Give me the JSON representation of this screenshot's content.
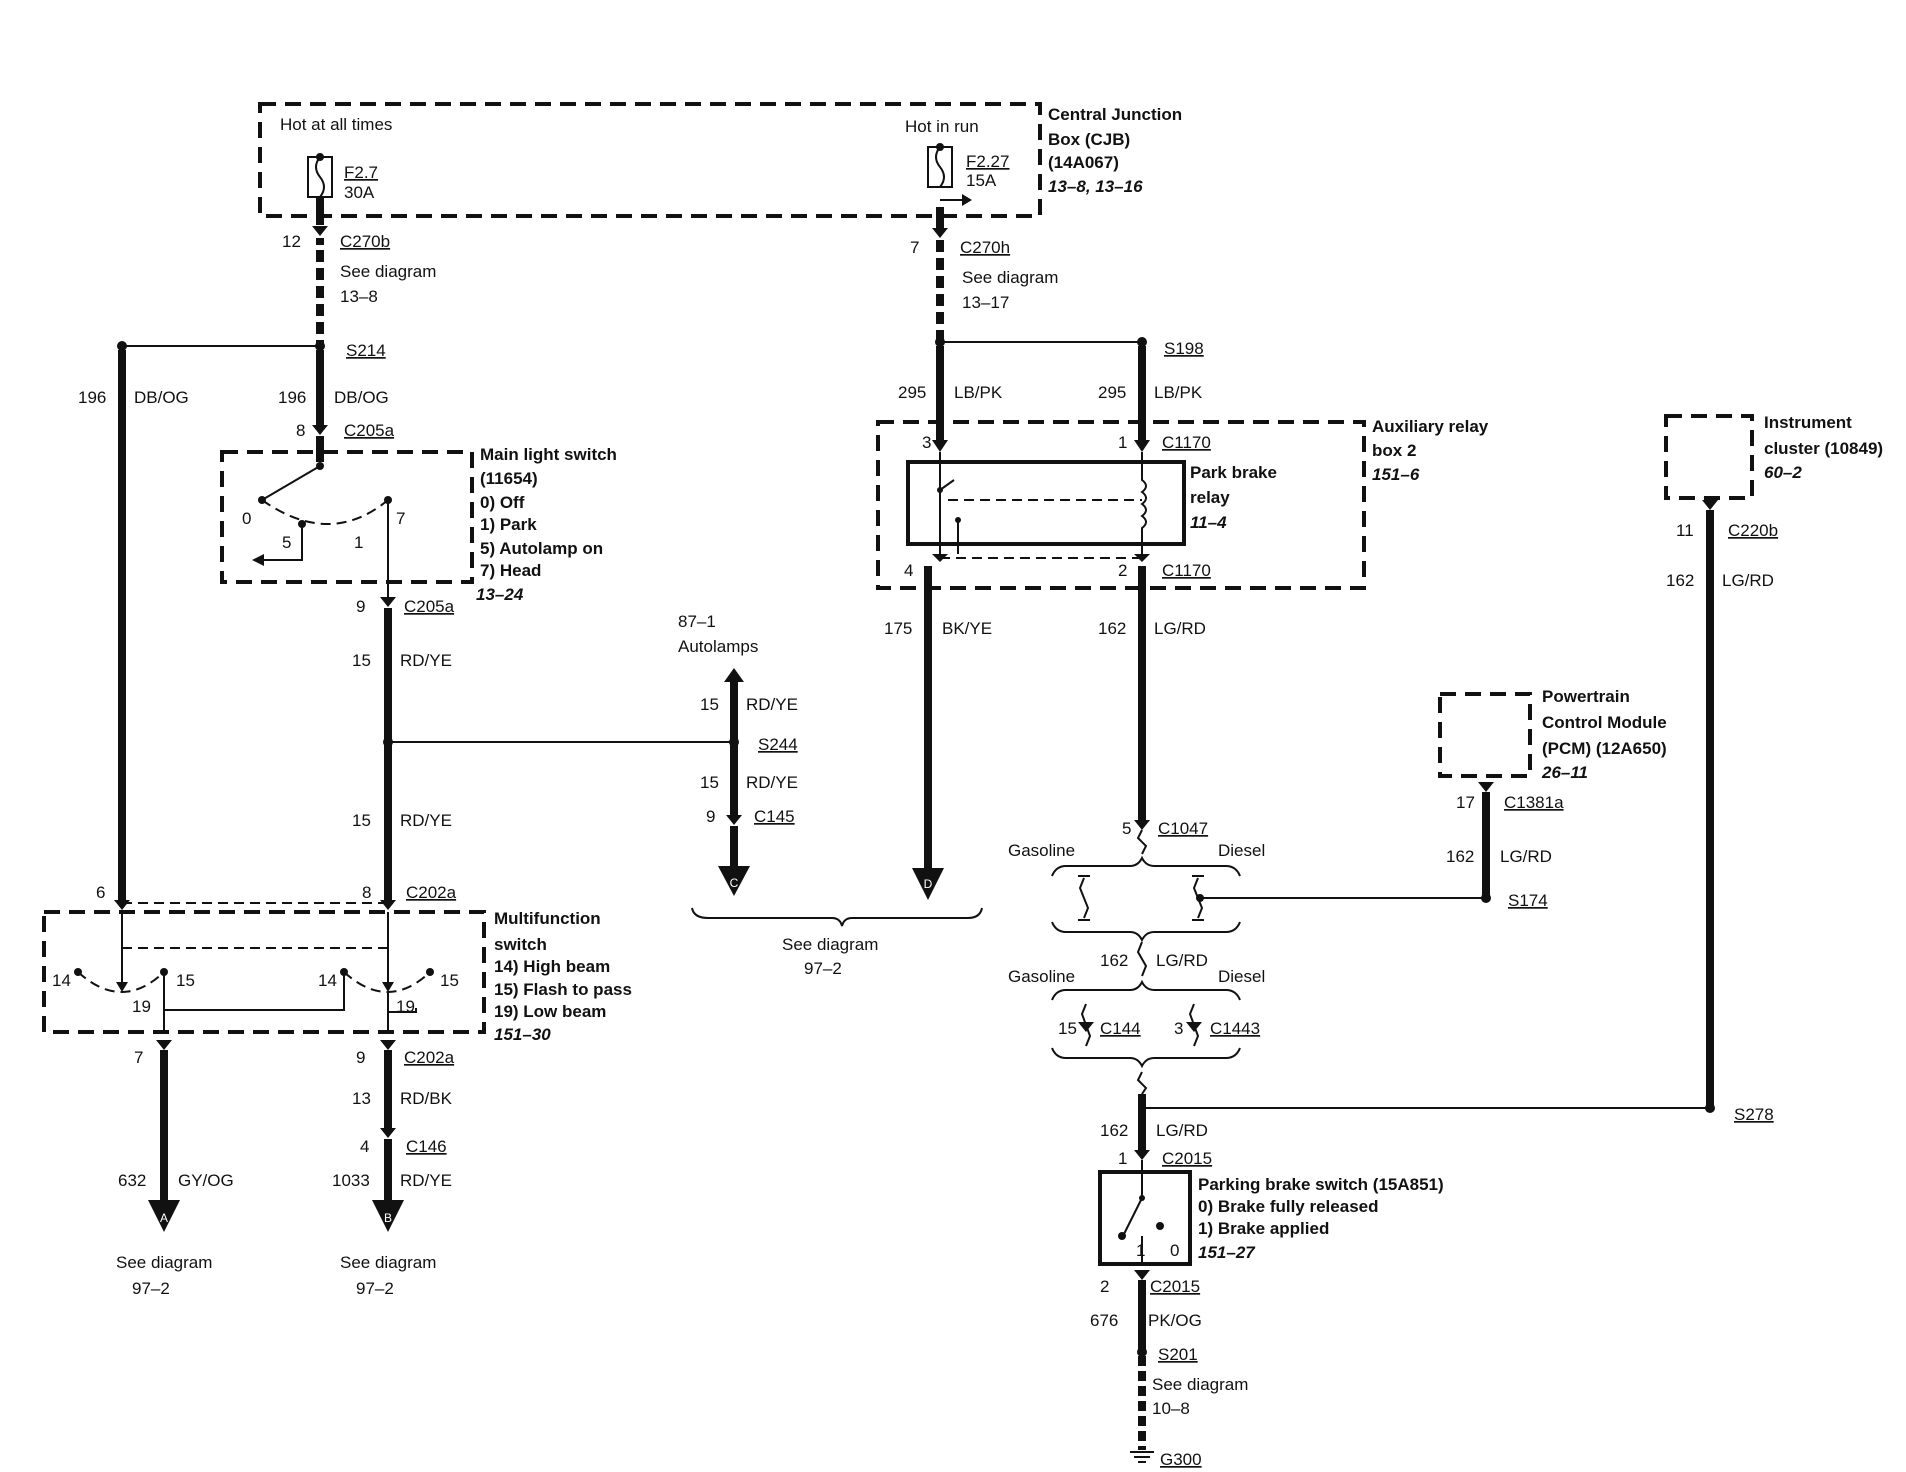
{
  "cjb": {
    "hot_all": "Hot at all times",
    "hot_run": "Hot in run",
    "fuse1_id": "F2.7",
    "fuse1_amp": "30A",
    "fuse2_id": "F2.27",
    "fuse2_amp": "15A",
    "title1": "Central Junction",
    "title2": "Box (CJB)",
    "title3": "(14A067)",
    "ref": "13–8, 13–16"
  },
  "left_feed": {
    "pin": "12",
    "conn": "C270b",
    "see1": "See diagram",
    "see2": "13–8",
    "splice": "S214",
    "w_left_num": "196",
    "w_left_col": "DB/OG",
    "w_mid_num": "196",
    "w_mid_col": "DB/OG"
  },
  "main_switch": {
    "pin_top": "8",
    "conn_top": "C205a",
    "title1": "Main light switch",
    "title2": "(11654)",
    "pos0": "0) Off",
    "pos1": "1) Park",
    "pos5": "5) Autolamp on",
    "pos7": "7) Head",
    "ref": "13–24",
    "t0": "0",
    "t5": "5",
    "t1": "1",
    "t7": "7",
    "pin_bot": "9",
    "conn_bot": "C205a",
    "w1_num": "15",
    "w1_col": "RD/YE",
    "w2_num": "15",
    "w2_col": "RD/YE"
  },
  "autolamps": {
    "label1": "87–1",
    "label2": "Autolamps",
    "w1_num": "15",
    "w1_col": "RD/YE",
    "splice": "S244",
    "w2_num": "15",
    "w2_col": "RD/YE",
    "pin": "9",
    "conn": "C145",
    "arrow_c": "C",
    "arrow_d": "D",
    "see1": "See diagram",
    "see2": "97–2"
  },
  "multifunction": {
    "pin_left": "6",
    "pin_right": "8",
    "conn_top": "C202a",
    "title1": "Multifunction",
    "title2": "switch",
    "p14": "14) High beam",
    "p15": "15) Flash to pass",
    "p19": "19) Low beam",
    "ref": "151–30",
    "t14a": "14",
    "t15a": "15",
    "t19a": "19",
    "t14b": "14",
    "t15b": "15",
    "t19b": "19",
    "pin_bl": "7",
    "pin_br": "9",
    "conn_bot": "C202a",
    "w_rb_num": "13",
    "w_rb_col": "RD/BK",
    "pin_c146": "4",
    "conn_c146": "C146",
    "w_a_num": "632",
    "w_a_col": "GY/OG",
    "w_b_num": "1033",
    "w_b_col": "RD/YE",
    "arrow_a": "A",
    "arrow_b": "B",
    "see_a1": "See diagram",
    "see_a2": "97–2",
    "see_b1": "See diagram",
    "see_b2": "97–2"
  },
  "right_feed": {
    "pin": "7",
    "conn": "C270h",
    "see1": "See diagram",
    "see2": "13–17",
    "splice": "S198",
    "w1_num": "295",
    "w1_col": "LB/PK",
    "w2_num": "295",
    "w2_col": "LB/PK"
  },
  "aux_relay": {
    "title1": "Auxiliary relay",
    "title2": "box 2",
    "ref": "151–6",
    "relay1": "Park brake",
    "relay2": "relay",
    "relay_ref": "11–4",
    "pin3": "3",
    "pin1": "1",
    "conn_top": "C1170",
    "pin4": "4",
    "pin2": "2",
    "conn_bot": "C1170",
    "w_d_num": "175",
    "w_d_col": "BK/YE",
    "w_r_num": "162",
    "w_r_col": "LG/RD"
  },
  "gas_diesel": {
    "pin5": "5",
    "conn": "C1047",
    "gas1": "Gasoline",
    "diesel1": "Diesel",
    "w_num": "162",
    "w_col": "LG/RD",
    "gas2": "Gasoline",
    "diesel2": "Diesel",
    "pin15": "15",
    "conn_c144": "C144",
    "pin3": "3",
    "conn_c1443": "C1443"
  },
  "pcm": {
    "title1": "Powertrain",
    "title2": "Control Module",
    "title3": "(PCM) (12A650)",
    "ref": "26–11",
    "pin": "17",
    "conn": "C1381a",
    "w_num": "162",
    "w_col": "LG/RD",
    "splice": "S174"
  },
  "cluster": {
    "title1": "Instrument",
    "title2": "cluster (10849)",
    "ref": "60–2",
    "pin": "11",
    "conn": "C220b",
    "w_num": "162",
    "w_col": "LG/RD",
    "splice": "S278"
  },
  "parking_switch": {
    "w_top_num": "162",
    "w_top_col": "LG/RD",
    "pin1": "1",
    "conn_top": "C2015",
    "title": "Parking brake switch (15A851)",
    "p0": "0) Brake fully released",
    "p1": "1) Brake applied",
    "ref": "151–27",
    "t1": "1",
    "t0": "0",
    "pin2": "2",
    "conn_bot": "C2015",
    "w_bot_num": "676",
    "w_bot_col": "PK/OG",
    "splice": "S201",
    "see1": "See diagram",
    "see2": "10–8",
    "ground": "G300"
  }
}
